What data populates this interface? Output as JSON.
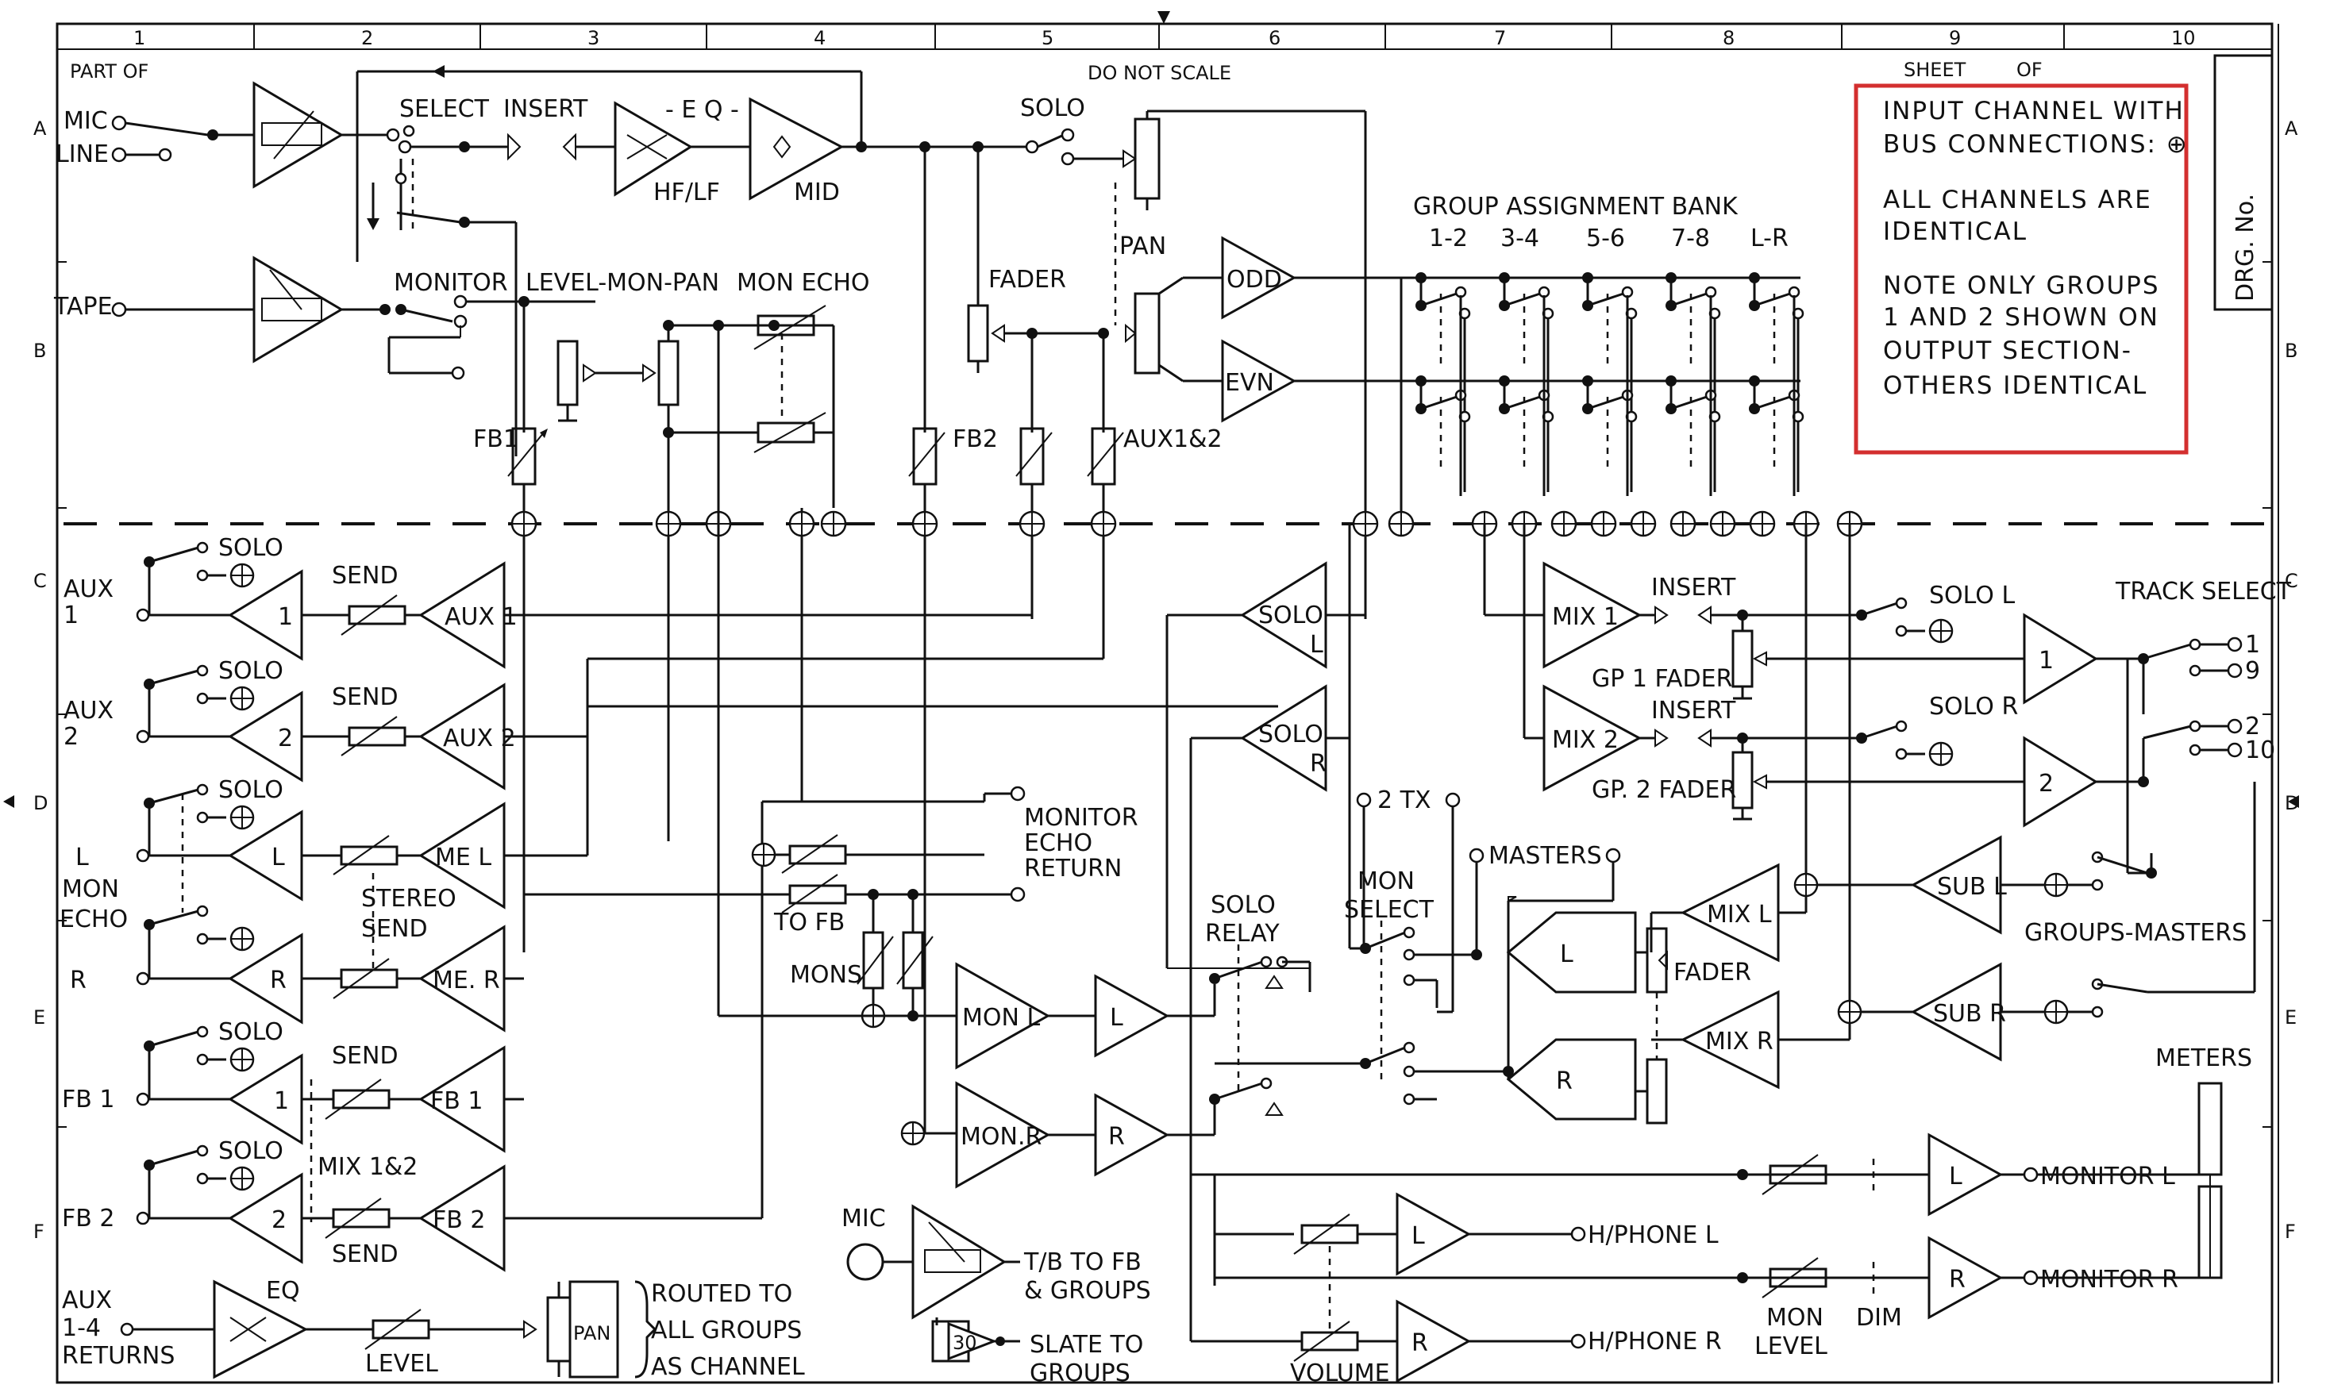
{
  "border": {
    "columns": [
      "1",
      "2",
      "3",
      "4",
      "5",
      "6",
      "7",
      "8",
      "9",
      "10"
    ],
    "rows_left": [
      "A",
      "B",
      "C",
      "D",
      "E",
      "F"
    ],
    "rows_right": [
      "A",
      "B",
      "C",
      "D",
      "E",
      "F"
    ],
    "part_of": "PART OF",
    "do_not_scale": "DO NOT SCALE",
    "sheet": "SHEET",
    "of": "OF",
    "drg_no": "DRG. No."
  },
  "note": {
    "lines": [
      "INPUT CHANNEL WITH",
      "BUS CONNECTIONS: ⊕",
      "ALL CHANNELS ARE",
      "IDENTICAL",
      "NOTE ONLY GROUPS",
      "1 AND 2 SHOWN ON",
      "OUTPUT SECTION-",
      "OTHERS IDENTICAL"
    ],
    "highlight_color": "#d32f2f"
  },
  "input_channel": {
    "mic": "MIC",
    "line": "LINE",
    "tape": "TAPE",
    "select": "SELECT",
    "insert": "INSERT",
    "eq": "- E Q -",
    "hf_lf": "HF/LF",
    "mid": "MID",
    "solo": "SOLO",
    "monitor": "MONITOR",
    "level_mon_pan": "LEVEL-MON-PAN",
    "mon_echo": "MON ECHO",
    "fader": "FADER",
    "pan": "PAN",
    "odd": "ODD",
    "evn": "EVN",
    "fb1": "FB1",
    "fb2": "FB2",
    "aux12": "AUX1&2",
    "group_bank": "GROUP ASSIGNMENT BANK",
    "groups": [
      "1-2",
      "3-4",
      "5-6",
      "7-8",
      "L-R"
    ]
  },
  "sends": {
    "solo": "SOLO",
    "send": "SEND",
    "aux1": "AUX\n1",
    "aux1_a": "AUX",
    "aux1_b": "1",
    "aux2_a": "AUX",
    "aux2_b": "2",
    "l": "L",
    "mon": "MON",
    "echo": "ECHO",
    "r": "R",
    "fb1": "FB 1",
    "fb2": "FB 2",
    "amp_aux1": "AUX 1",
    "amp_aux2": "AUX 2",
    "amp_mel": "ME L",
    "amp_mer": "ME. R",
    "amp_fb1": "FB 1",
    "amp_fb2": "FB  2",
    "gain_1": "1",
    "gain_2": "2",
    "gain_l": "L",
    "gain_r": "R",
    "stereo": "STEREO",
    "send2": "SEND",
    "mix12": "MIX 1&2",
    "aux_returns_a": "AUX",
    "aux_returns_b": "1-4",
    "aux_returns_c": "RETURNS",
    "eq": "EQ",
    "level": "LEVEL",
    "pan": "PAN",
    "routed_1": "ROUTED TO",
    "routed_2": "ALL GROUPS",
    "routed_3": "AS CHANNEL"
  },
  "centre": {
    "monitor_echo_return_1": "MONITOR",
    "monitor_echo_return_2": "ECHO",
    "monitor_echo_return_3": "RETURN",
    "to_fb": "TO FB",
    "mons": "MONS",
    "mon_l": "MON L",
    "mon_r": "MON.R",
    "l": "L",
    "r": "R",
    "solo_l_a": "SOLO",
    "solo_l_b": "L",
    "solo_r_a": "SOLO",
    "solo_r_b": "R",
    "solo_relay_1": "SOLO",
    "solo_relay_2": "RELAY",
    "mon_select_1": "MON",
    "mon_select_2": "SELECT",
    "two_tx": "2 TX",
    "masters": "MASTERS",
    "mic": "MIC",
    "tb_1": "T/B TO FB",
    "tb_2": "& GROUPS",
    "slate_1": "SLATE TO",
    "slate_2": "GROUPS",
    "osc": "30",
    "volume": "VOLUME"
  },
  "output": {
    "mix1": "MIX 1",
    "mix2": "MIX 2",
    "insert": "INSERT",
    "gp1_fader": "GP 1 FADER",
    "gp2_fader": "GP. 2 FADER",
    "solo_l": "SOLO L",
    "solo_r": "SOLO R",
    "track_select": "TRACK SELECT",
    "tracks": [
      "1",
      "9",
      "2",
      "10"
    ],
    "out1": "1",
    "out2": "2",
    "sub_l": "SUB L",
    "sub_r": "SUB R",
    "mix_l": "MIX L",
    "mix_r": "MIX R",
    "l": "L",
    "r": "R",
    "fader": "FADER",
    "groups_masters": "GROUPS-MASTERS",
    "meters": "METERS",
    "monitor_l": "MONITOR  L",
    "monitor_r": "MONITOR  R",
    "hphone_l": "H/PHONE  L",
    "hphone_r": "H/PHONE  R",
    "mon_level_1": "MON",
    "mon_level_2": "LEVEL",
    "dim": "DIM",
    "amp_l": "L",
    "amp_r": "R"
  }
}
